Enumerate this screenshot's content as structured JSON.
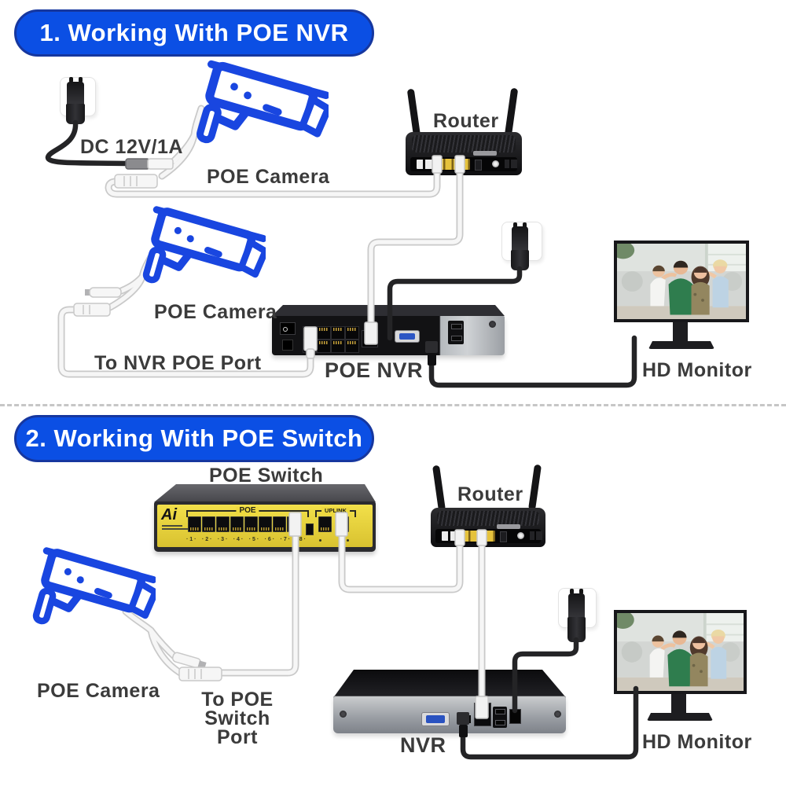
{
  "colors": {
    "banner_blue": "#0b4fe4",
    "banner_border": "#16379f",
    "camera_blue": "#1946e0",
    "switch_yellow": "#ecd73c",
    "label_gray": "#3b3b3b"
  },
  "section1": {
    "title": "1. Working With POE NVR",
    "labels": {
      "power": "DC 12V/1A",
      "camera1": "POE Camera",
      "router": "Router",
      "camera2": "POE Camera",
      "nvr_port": "To NVR POE Port",
      "nvr": "POE NVR",
      "monitor": "HD Monitor"
    }
  },
  "section2": {
    "title": "2. Working With POE Switch",
    "labels": {
      "switch": "POE Switch",
      "router": "Router",
      "camera": "POE Camera",
      "switch_port_line1": "To POE",
      "switch_port_line2": "Switch Port",
      "nvr": "NVR",
      "monitor": "HD Monitor"
    }
  },
  "switch_panel": {
    "logo": "Ai",
    "poe_label": "POE",
    "uplink_label": "UPLINK",
    "port_numbers": [
      "1",
      "2",
      "3",
      "4",
      "5",
      "6",
      "7",
      "8"
    ]
  }
}
